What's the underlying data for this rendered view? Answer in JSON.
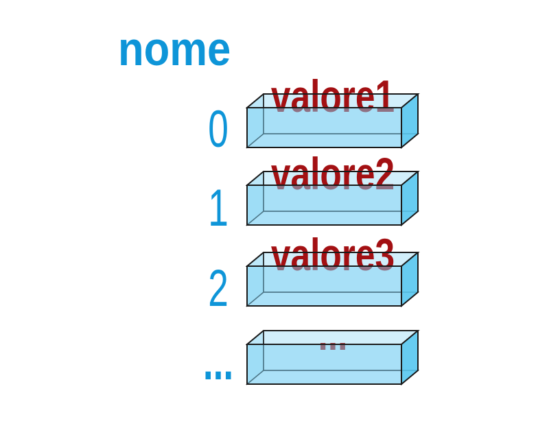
{
  "array": {
    "name": "nome",
    "rows": [
      {
        "index": "0",
        "value": "valore1"
      },
      {
        "index": "1",
        "value": "valore2"
      },
      {
        "index": "2",
        "value": "valore3"
      },
      {
        "index": "...",
        "value": "..."
      }
    ]
  },
  "icons": {
    "cell_box": "open-top-translucent-3d-box"
  },
  "colors": {
    "accent_blue": "#0E95D8",
    "value_red": "#A31013",
    "box_blue": "#7ED1F4",
    "box_side_blue": "#5BC8F0",
    "outline": "#1A1A1A"
  }
}
